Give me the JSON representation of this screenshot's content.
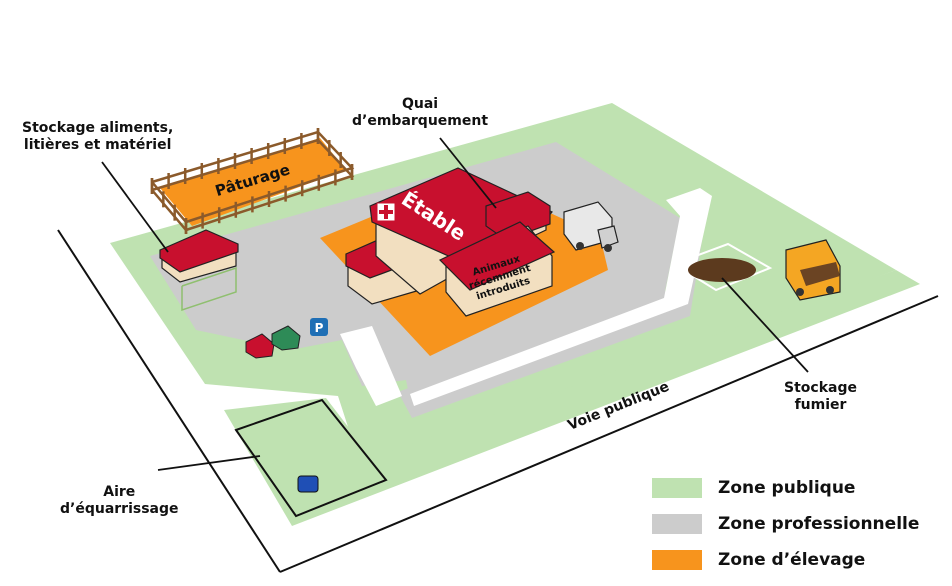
{
  "labels": {
    "stockage_aliments": [
      "Stockage aliments,",
      "litières et matériel"
    ],
    "quai": [
      "Quai",
      "d’embarquement"
    ],
    "stockage_fumier": [
      "Stockage",
      "fumier"
    ],
    "aire_equarrissage": [
      "Aire",
      "d’équarrissage"
    ],
    "voie_publique": "Voie publique",
    "paturage": "Pâturage",
    "etable": "Étable",
    "animaux": [
      "Animaux",
      "récemment",
      "introduits"
    ],
    "parking": "P"
  },
  "legend": [
    {
      "label": "Zone publique",
      "color": "#bfe2b1"
    },
    {
      "label": "Zone professionnelle",
      "color": "#cccccc"
    },
    {
      "label": "Zone d’élevage",
      "color": "#f7941d"
    }
  ],
  "colors": {
    "public": "#bfe2b1",
    "professional": "#cccccc",
    "breeding": "#f7941d",
    "roof": "#c8102e",
    "wall": "#f2dfc0",
    "fence": "#8b5a2b",
    "truck_yellow": "#f4a623",
    "manure": "#5c3a1e",
    "parking_sign": "#1f6fb5"
  },
  "icons": [
    "first-aid-cross-icon",
    "parking-sign-icon",
    "car-icon",
    "truck-icon",
    "dumpster-icon",
    "manure-pile-icon"
  ]
}
